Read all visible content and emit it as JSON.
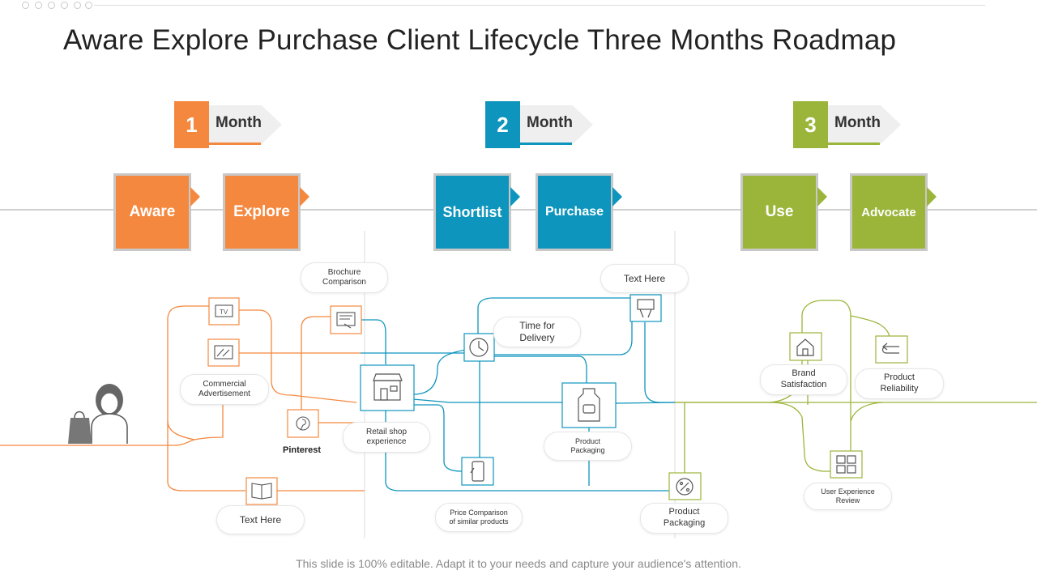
{
  "title": "Aware Explore Purchase Client Lifecycle Three Months Roadmap",
  "colors": {
    "orange": "#F5883F",
    "blue": "#0E95BD",
    "green": "#9BB53A",
    "gray_line": "#cfcfcf"
  },
  "months": [
    {
      "number": "1",
      "label": "Month"
    },
    {
      "number": "2",
      "label": "Month"
    },
    {
      "number": "3",
      "label": "Month"
    }
  ],
  "stages": [
    "Aware",
    "Explore",
    "Shortlist",
    "Purchase",
    "Use",
    "Advocate"
  ],
  "nodes": {
    "brochure": "Brochure\nComparison",
    "commercial": "Commercial\nAdvertisement",
    "pinterest": "Pinterest",
    "retail": "Retail shop\nexperience",
    "delivery": "Time for\nDelivery",
    "text_top": "Text Here",
    "text_bottom": "Text Here",
    "price": "Price Comparison\nof similar products",
    "packaging_mid": "Product\nPackaging",
    "packaging_low": "Product\nPackaging",
    "brand": "Brand\nSatisfaction",
    "reliability": "Product\nReliability",
    "ux_review": "User Experience\nReview"
  },
  "icons": {
    "tv": "tv-icon",
    "commercial": "advertisement-icon",
    "brochure": "brochure-icon",
    "pinterest": "pinterest-icon",
    "book": "book-icon",
    "shop": "shop-icon",
    "clock": "clock-icon",
    "phone": "phone-icon",
    "bottle": "bottle-icon",
    "hand_money": "payment-icon",
    "discount": "discount-icon",
    "house": "house-icon",
    "return": "return-icon",
    "review": "review-icon",
    "person": "shopper-icon"
  },
  "footer": "This slide is 100% editable. Adapt it to your needs and capture your audience's attention."
}
